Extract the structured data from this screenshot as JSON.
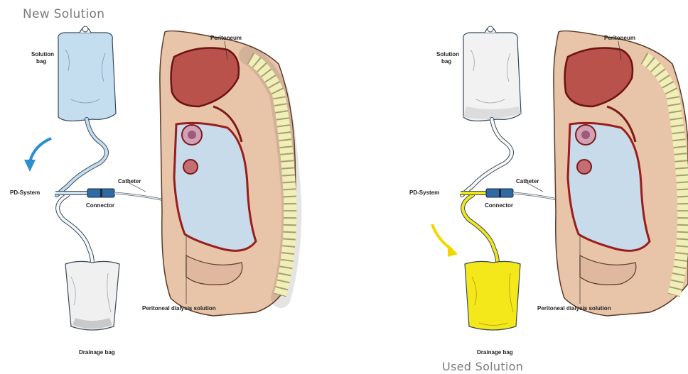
{
  "figure": {
    "left_heading": "New Solution",
    "right_heading": "Used Solution"
  },
  "panels": [
    {
      "id": "new",
      "labels": {
        "peritoneum": "Peritoneum",
        "solution_bag_line1": "Solution",
        "solution_bag_line2": "bag",
        "pd_system": "PD-System",
        "catheter": "Catheter",
        "connector": "Connector",
        "dialysis_solution": "Peritoneal dialysis solution",
        "drainage_bag": "Drainage bag"
      },
      "colors": {
        "solution_bag": "#c4def0",
        "drainage_bag": "#f0f0f0",
        "tube_to_bag": "#cfe3f0",
        "arrow": "#2a8fd0",
        "abdomen_fluid": "#c8dbea"
      }
    },
    {
      "id": "used",
      "labels": {
        "peritoneum": "Peritoneum",
        "solution_bag_line1": "Solution",
        "solution_bag_line2": "bag",
        "pd_system": "PD-System",
        "catheter": "Catheter",
        "connector": "Connector",
        "dialysis_solution": "Peritoneal dialysis solution",
        "drainage_bag": "Drainage bag"
      },
      "colors": {
        "solution_bag": "#f2f2f2",
        "drainage_bag": "#f4e81a",
        "tube_to_bag": "#f2e61c",
        "arrow": "#f0d800",
        "abdomen_fluid": "#c8dbea"
      }
    }
  ]
}
